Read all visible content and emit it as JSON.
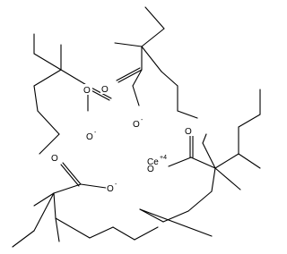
{
  "structure": {
    "oxygen_symbol": "O",
    "charge_minus": "-",
    "cerium_symbol": "Ce",
    "cerium_charge": "+4"
  }
}
